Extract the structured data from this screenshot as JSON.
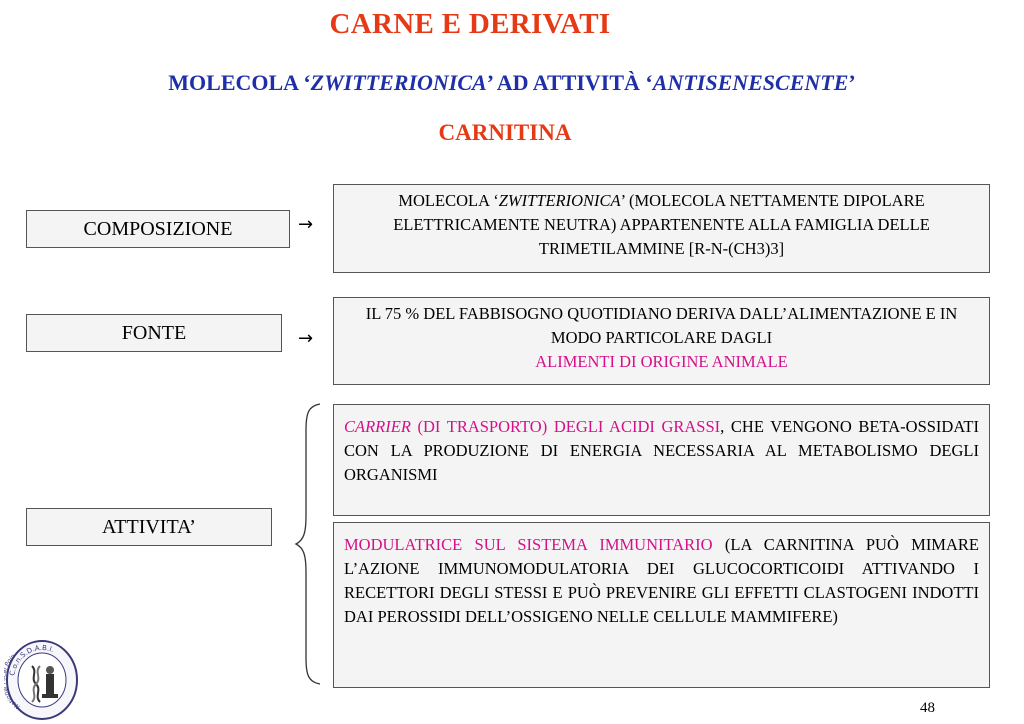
{
  "title": "CARNE E DERIVATI",
  "subtitle": {
    "part1": "MOLECOLA ‘",
    "part2": "ZWITTERIONICA",
    "part3": "’ AD ATTIVITÀ ‘",
    "part4": "ANTISENESCENTE",
    "part5": "’"
  },
  "heading": "CARNITINA",
  "composizione": {
    "label": "COMPOSIZIONE",
    "text_a": "MOLECOLA  ‘",
    "text_b": "ZWITTERIONICA",
    "text_c": "’ (MOLECOLA NETTAMENTE DIPOLARE ELETTRICAMENTE NEUTRA) APPARTENENTE ALLA FAMIGLIA DELLE TRIMETILAMMINE [R-N-(CH3)3]"
  },
  "fonte": {
    "label": "FONTE",
    "text_a": "IL 75 % DEL FABBISOGNO QUOTIDIANO DERIVA DALL’ALIMENTAZIONE E IN MODO PARTICOLARE DAGLI",
    "text_b": "ALIMENTI DI ORIGINE ANIMALE"
  },
  "attivita": {
    "label": "ATTIVITA’",
    "box1_a": "CARRIER",
    "box1_b": " (DI TRASPORTO) DEGLI ACIDI GRASSI",
    "box1_c": ", CHE VENGONO BETA-OSSIDATI CON LA PRODUZIONE DI ENERGIA NECESSARIA AL METABOLISMO DEGLI ORGANISMI",
    "box2_a": "MODULATRICE  SUL SISTEMA IMMUNITARIO",
    "box2_b": " (LA CARNITINA PUÒ MIMARE L’AZIONE IMMUNOMODULATORIA DEI GLUCOCORTICOIDI  ATTIVANDO I RECETTORI DEGLI STESSI E PUÒ PREVENIRE GLI EFFETTI CLASTOGENI INDOTTI DAI PEROSSIDI DELL’OSSIGENO NELLE CELLULE MAMMIFERE)"
  },
  "arrow_glyph": "→",
  "page_number": "48",
  "logo": {
    "top_text": "C.o.n.S.D.A.B.I.",
    "side_text": "National Focal Point FAO AnGR"
  },
  "colors": {
    "title_red": "#e63a16",
    "subtitle_blue": "#1f2fa8",
    "accent_magenta": "#d4108a",
    "box_fill": "#f4f4f4"
  }
}
